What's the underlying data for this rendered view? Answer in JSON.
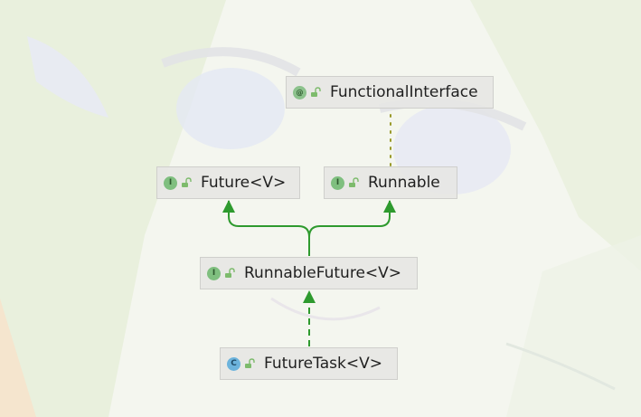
{
  "diagram": {
    "nodes": {
      "functional_interface": {
        "label": "FunctionalInterface",
        "kind_glyph": "@",
        "kind_icon": "annotation-icon"
      },
      "future": {
        "label": "Future<V>",
        "kind_glyph": "I",
        "kind_icon": "interface-icon"
      },
      "runnable": {
        "label": "Runnable",
        "kind_glyph": "I",
        "kind_icon": "interface-icon"
      },
      "runnable_future": {
        "label": "RunnableFuture<V>",
        "kind_glyph": "I",
        "kind_icon": "interface-icon"
      },
      "future_task": {
        "label": "FutureTask<V>",
        "kind_glyph": "C",
        "kind_icon": "class-icon"
      }
    },
    "colors": {
      "extends_edge": "#2e9a2e",
      "implements_edge": "#2e9a2e",
      "annotation_edge": "#9a9a2a",
      "node_fill": "#e6e6e4"
    }
  }
}
